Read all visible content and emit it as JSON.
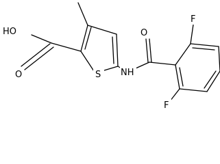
{
  "molecule": {
    "atom_labels": {
      "carboxylic_oh": "HO",
      "carbonyl_o_acid": "O",
      "ring_s": "S",
      "amide_nh": "NH",
      "amide_o": "O",
      "fluorine_top": "F",
      "fluorine_bottom": "F"
    }
  },
  "colors": {
    "bond": "#000000",
    "label": "#000000",
    "background": "#ffffff"
  }
}
